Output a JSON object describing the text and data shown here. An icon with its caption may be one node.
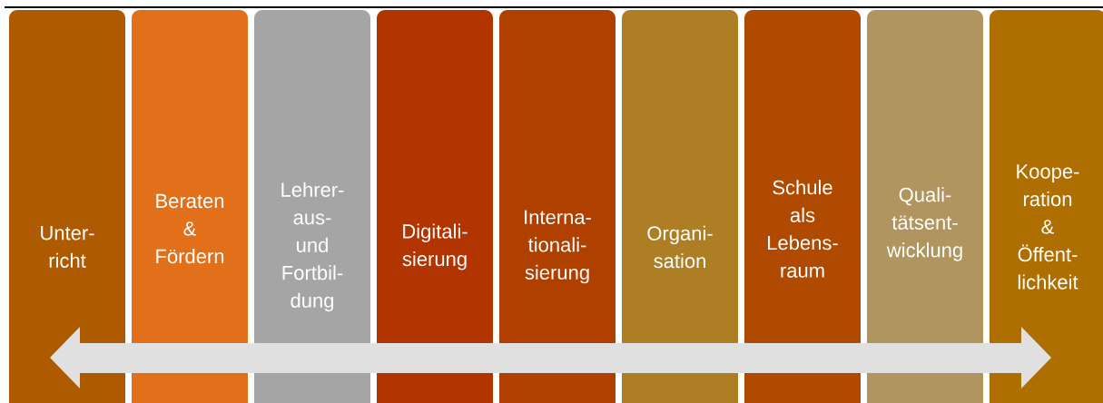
{
  "diagram": {
    "nodes": [
      {
        "text": [
          "Unter- richt"
        ]
      },
      {
        "text": [
          "Beraten & Fördern"
        ]
      },
      {
        "text": [
          "Lehrer- aus- und Fortbil- dung"
        ]
      },
      {
        "text": [
          "Digitali- sierung"
        ]
      },
      {
        "text": [
          "Interna- tionali- sierung"
        ]
      },
      {
        "text": [
          "Organi- sation"
        ]
      },
      {
        "text": [
          "Schule als Lebens- raum"
        ]
      },
      {
        "text": [
          "Quali- tätsent- wicklung"
        ]
      },
      {
        "text": [
          "Koope- ration & Öffent- lichkeit"
        ]
      }
    ]
  }
}
